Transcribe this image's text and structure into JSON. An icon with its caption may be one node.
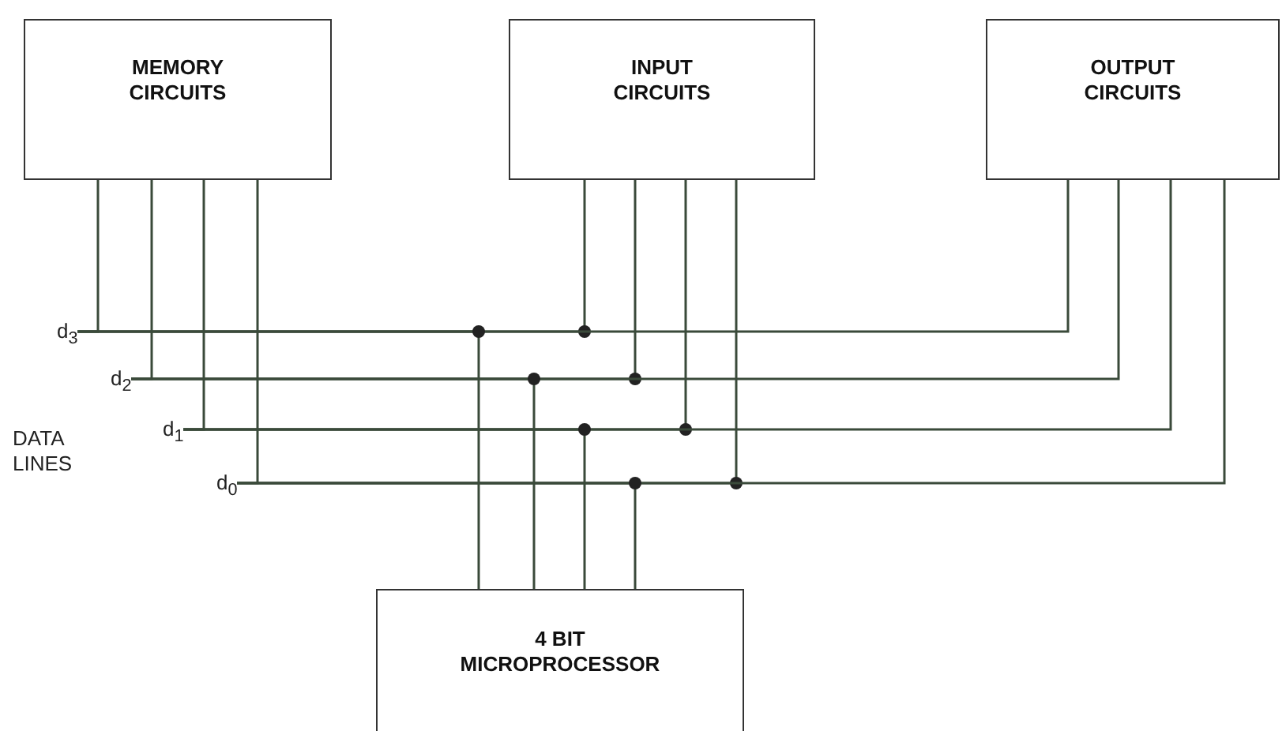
{
  "diagram": {
    "nodes": [
      {
        "text": [
          "MEMORY CIRCUITS"
        ]
      },
      {
        "text": [
          "INPUT CIRCUITS"
        ]
      },
      {
        "text": [
          "OUTPUT CIRCUITS"
        ]
      },
      {
        "text": [
          "4 BIT MICROPROCESSOR"
        ]
      },
      {
        "text": [
          "d$_{3}$"
        ]
      },
      {
        "text": [
          "d$_{2}$"
        ]
      },
      {
        "text": [
          "d$_{1}$"
        ]
      },
      {
        "text": [
          "d$_{0}$"
        ]
      }
    ],
    "edges": [
      {
        "from": 4,
        "to": 0,
        "arrow": "none"
      },
      {
        "from": 4,
        "to": 1,
        "arrow": "none"
      },
      {
        "from": 4,
        "to": 2,
        "arrow": "none"
      },
      {
        "from": 4,
        "to": 3,
        "arrow": "none"
      },
      {
        "from": 5,
        "to": 0,
        "arrow": "none"
      },
      {
        "from": 5,
        "to": 1,
        "arrow": "none"
      },
      {
        "from": 5,
        "to": 2,
        "arrow": "none"
      },
      {
        "from": 5,
        "to": 3,
        "arrow": "none"
      },
      {
        "from": 6,
        "to": 0,
        "arrow": "none"
      },
      {
        "from": 6,
        "to": 1,
        "arrow": "none"
      },
      {
        "from": 6,
        "to": 2,
        "arrow": "none"
      },
      {
        "from": 6,
        "to": 3,
        "arrow": "none"
      },
      {
        "from": 7,
        "to": 0,
        "arrow": "none"
      },
      {
        "from": 7,
        "to": 1,
        "arrow": "none"
      },
      {
        "from": 7,
        "to": 2,
        "arrow": "none"
      },
      {
        "from": 7,
        "to": 3,
        "arrow": "none"
      }
    ],
    "labels": [
      "DATA LINES"
    ]
  }
}
